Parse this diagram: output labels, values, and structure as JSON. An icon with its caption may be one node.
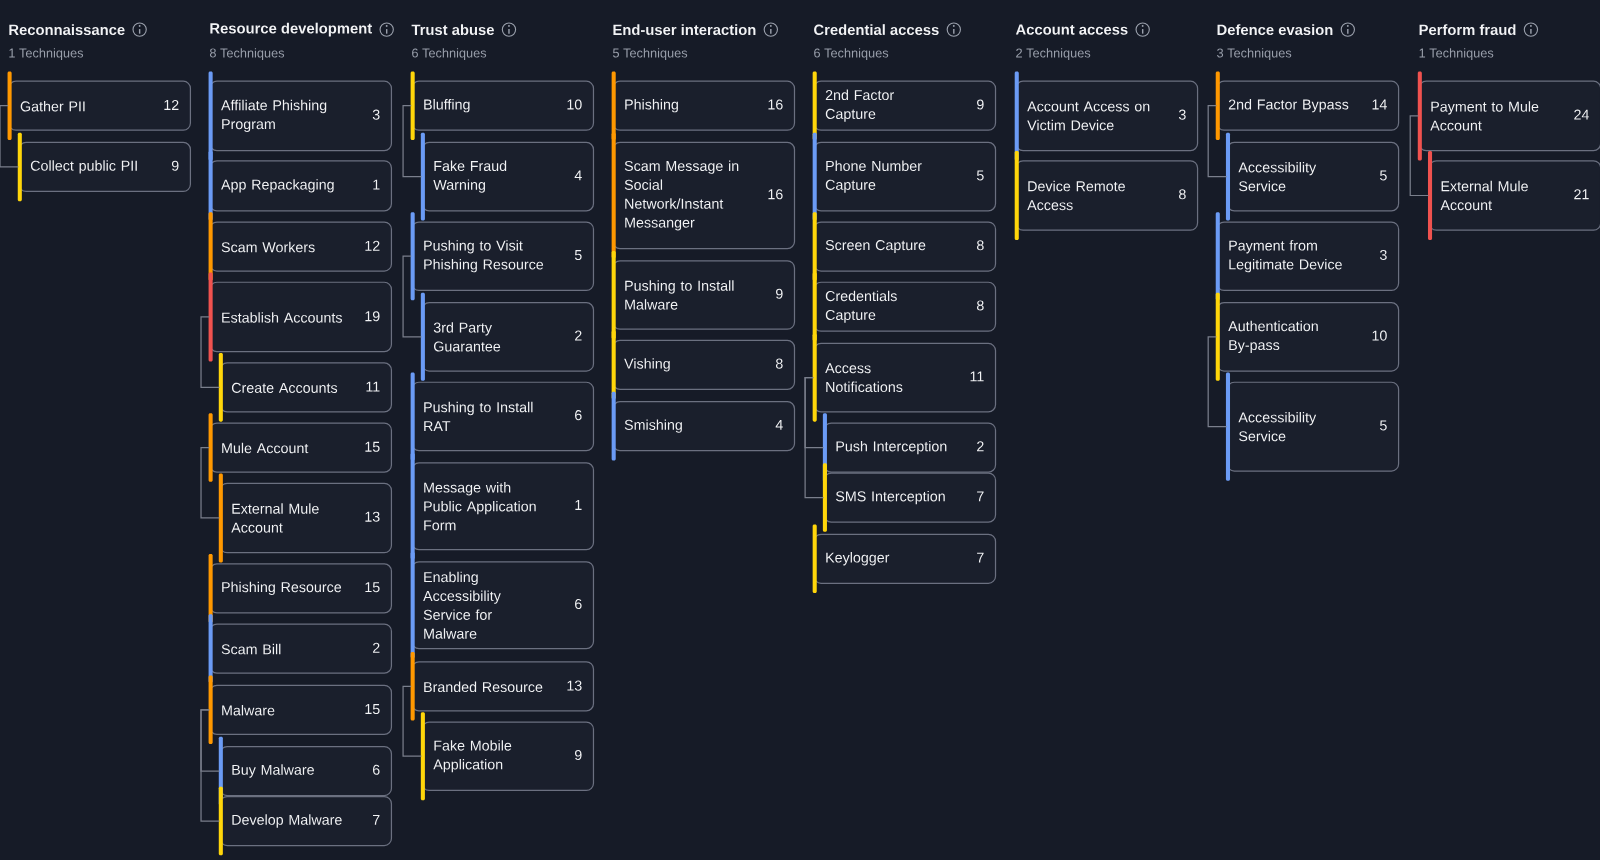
{
  "diagram": {
    "nodes": [
      {
        "text": [
          "Gather PII",
          "12"
        ]
      },
      {
        "text": [
          "Collect public PII",
          "9"
        ]
      },
      {
        "text": [
          "Affiliate Phishing Program",
          "3"
        ]
      },
      {
        "text": [
          "App Repackaging",
          "1"
        ]
      },
      {
        "text": [
          "Scam Workers",
          "12"
        ]
      },
      {
        "text": [
          "Establish Accounts",
          "19"
        ]
      },
      {
        "text": [
          "Create Accounts",
          "11"
        ]
      },
      {
        "text": [
          "Mule Account",
          "15"
        ]
      },
      {
        "text": [
          "External Mule Account",
          "13"
        ]
      },
      {
        "text": [
          "Phishing Resource",
          "15"
        ]
      },
      {
        "text": [
          "Scam Bill",
          "2"
        ]
      },
      {
        "text": [
          "Malware",
          "15"
        ]
      },
      {
        "text": [
          "Buy Malware",
          "6"
        ]
      },
      {
        "text": [
          "Develop Malware",
          "7"
        ]
      },
      {
        "text": [
          "Bluffing",
          "10"
        ]
      },
      {
        "text": [
          "Fake Fraud Warning",
          "4"
        ]
      },
      {
        "text": [
          "Pushing to Visit Phishing Resource",
          "5"
        ]
      },
      {
        "text": [
          "3rd Party Guarantee",
          "2"
        ]
      },
      {
        "text": [
          "Pushing to Install RAT",
          "6"
        ]
      },
      {
        "text": [
          "Message with Public Application Form",
          "1"
        ]
      },
      {
        "text": [
          "Enabling Accessibility Service for Malware",
          "6"
        ]
      },
      {
        "text": [
          "Branded Resource",
          "13"
        ]
      },
      {
        "text": [
          "Fake Mobile Application",
          "9"
        ]
      },
      {
        "text": [
          "Phishing",
          "16"
        ]
      },
      {
        "text": [
          "Scam Message in Social Network/Instant Messanger",
          "16"
        ]
      },
      {
        "text": [
          "Pushing to Install Malware",
          "9"
        ]
      },
      {
        "text": [
          "Vishing",
          "8"
        ]
      },
      {
        "text": [
          "Smishing",
          "4"
        ]
      },
      {
        "text": [
          "2nd Factor Capture",
          "9"
        ]
      },
      {
        "text": [
          "Phone Number Capture",
          "5"
        ]
      },
      {
        "text": [
          "Screen Capture",
          "8"
        ]
      },
      {
        "text": [
          "Credentials Capture",
          "8"
        ]
      },
      {
        "text": [
          "Access Notifications",
          "11"
        ]
      },
      {
        "text": [
          "Push Interception",
          "2"
        ]
      },
      {
        "text": [
          "SMS Interception",
          "7"
        ]
      },
      {
        "text": [
          "Keylogger",
          "7"
        ]
      },
      {
        "text": [
          "Account Access on Victim Device",
          "3"
        ]
      },
      {
        "text": [
          "Device Remote Access",
          "8"
        ]
      },
      {
        "text": [
          "2nd Factor Bypass",
          "14"
        ]
      },
      {
        "text": [
          "Accessibility Service",
          "5"
        ]
      },
      {
        "text": [
          "Payment from Legitimate Device",
          "3"
        ]
      },
      {
        "text": [
          "Authentication By-pass",
          "10"
        ]
      },
      {
        "text": [
          "Accessibility Service",
          "5"
        ]
      },
      {
        "text": [
          "Payment to Mule Account",
          "24"
        ]
      },
      {
        "text": [
          "External Mule Account",
          "21"
        ]
      }
    ],
    "edges": [
      {
        "from": 0,
        "to": 1,
        "arrow": "none"
      },
      {
        "from": 5,
        "to": 6,
        "arrow": "none"
      },
      {
        "from": 7,
        "to": 8,
        "arrow": "none"
      },
      {
        "from": 11,
        "to": 12,
        "arrow": "none"
      },
      {
        "from": 11,
        "to": 13,
        "arrow": "none"
      },
      {
        "from": 14,
        "to": 15,
        "arrow": "none"
      },
      {
        "from": 16,
        "to": 17,
        "arrow": "none"
      },
      {
        "from": 21,
        "to": 22,
        "arrow": "none"
      },
      {
        "from": 32,
        "to": 33,
        "arrow": "none"
      },
      {
        "from": 32,
        "to": 34,
        "arrow": "none"
      },
      {
        "from": 38,
        "to": 39,
        "arrow": "none"
      },
      {
        "from": 41,
        "to": 42,
        "arrow": "none"
      },
      {
        "from": 43,
        "to": 44,
        "arrow": "none"
      }
    ],
    "labels": [
      "Reconnaissance",
      "1 Techniques",
      "Resource development",
      "8 Techniques",
      "Trust abuse",
      "6 Techniques",
      "End-user interaction",
      "5 Techniques",
      "Credential access",
      "6 Techniques",
      "Account access",
      "2 Techniques",
      "Defence evasion",
      "3 Techniques",
      "Perform fraud",
      "1 Techniques"
    ]
  }
}
